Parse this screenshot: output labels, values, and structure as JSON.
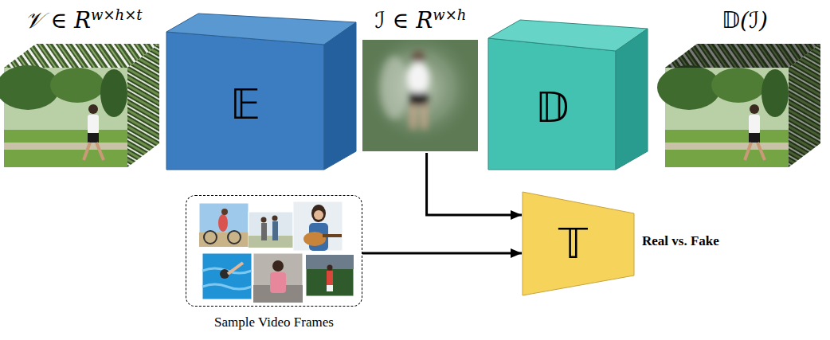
{
  "diagram": {
    "nodes": [
      {
        "text": [
          "𝒱 ∈ R",
          "w×h×t"
        ]
      },
      {
        "text": [
          "𝔼"
        ]
      },
      {
        "text": [
          "ℐ ∈ R",
          "w×h"
        ]
      },
      {
        "text": [
          "𝔻"
        ]
      },
      {
        "text": [
          "𝔻(ℐ)"
        ]
      },
      {
        "text": [
          "𝕋"
        ]
      },
      {
        "text": [
          "Sample Video Frames"
        ]
      }
    ],
    "edges": [
      {
        "from": 2,
        "to": 5,
        "arrow": "to"
      },
      {
        "from": 6,
        "to": 5,
        "arrow": "to"
      }
    ],
    "labels": [
      "Real vs. Fake"
    ]
  }
}
